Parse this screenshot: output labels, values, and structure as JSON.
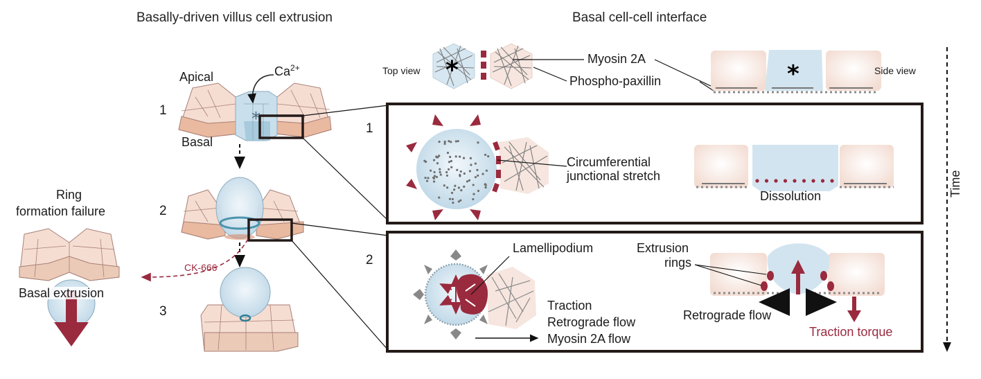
{
  "titles": {
    "left": "Basally-driven villus cell extrusion",
    "right": "Basal cell-cell interface"
  },
  "left_panel": {
    "apical_label": "Apical",
    "basal_label": "Basal",
    "calcium_label": "Ca",
    "calcium_superscript": "2+",
    "steps": [
      "1",
      "2",
      "3"
    ],
    "inhibitor_label": "CK-666",
    "failure_title_line1": "Ring",
    "failure_title_line2": "formation failure",
    "failure_result": "Basal extrusion"
  },
  "header_row": {
    "top_view_label": "Top view",
    "side_view_label": "Side view",
    "myosin_label": "Myosin 2A",
    "paxillin_label": "Phospho-paxillin",
    "asterisk": "*"
  },
  "panel_1": {
    "number": "1",
    "stretch_label_line1": "Circumferential",
    "stretch_label_line2": "junctional stretch",
    "dissolution_label": "Dissolution"
  },
  "panel_2": {
    "number": "2",
    "lamellipodium_label": "Lamellipodium",
    "legend_traction": "Traction",
    "legend_retrograde": "Retrograde flow",
    "legend_myosin_flow": "Myosin 2A flow",
    "extrusion_rings_line1": "Extrusion",
    "extrusion_rings_line2": "rings",
    "retrograde_flow_label": "Retrograde flow",
    "traction_torque_label": "Traction torque"
  },
  "time_axis": {
    "label": "Time"
  },
  "colors": {
    "accent_red": "#9a2a3e",
    "cell_blue": "#c9dfeb",
    "cell_pink": "#f6e3da",
    "cell_tan": "#e9b9a0",
    "box_border": "#231a18",
    "marker_gray": "#7a7a7a"
  }
}
